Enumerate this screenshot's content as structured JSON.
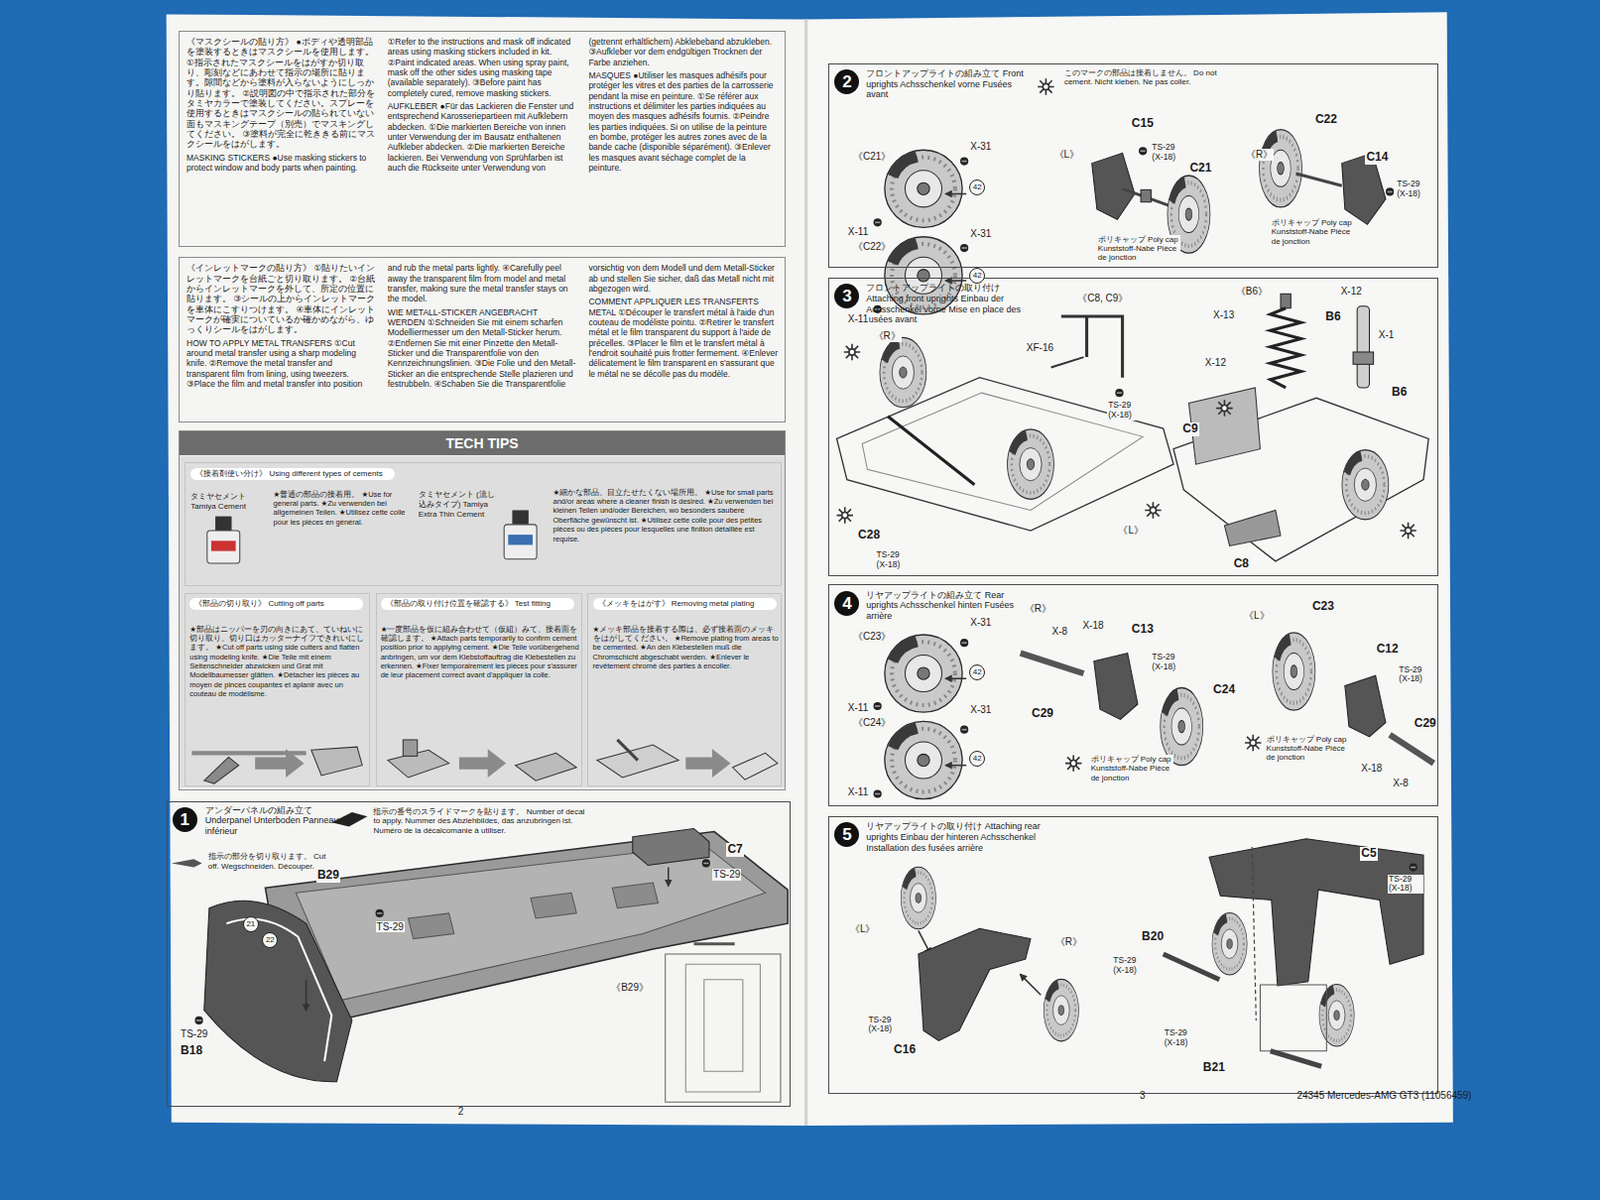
{
  "diagram": {
    "nodes": [
      {
        "text": [
          "《マスクシールの貼り方》 ●ボディや透明部品を塗装するときはマスクシールを使用します。 ①指示されたマスクシールをはがすか切り取り、彫刻などにあわせて指示の場所に貼ります。隙間などから塗料が入らないようにしっかり貼ります。 ②説明図の中で指示された部分をタミヤカラーで塗装してください。スプレーを使用するときはマスクシールの貼られていない面もマスキングテープ（別売）でマスキングしてください。 ③塗料が完全に乾ききる前にマスクシールをはがします。",
          "MASKING STICKERS ●Use masking stickers to protect window and body parts when painting. ①Refer to the instructions and mask off indicated areas using masking stickers included in kit. ②Paint indicated areas. When using spray paint, mask off the other sides using masking tape (available separately). ③Before paint has completely cured, remove masking stickers.",
          "AUFKLEBER ●Für das Lackieren die Fenster und entsprechend Karosseriepartieen mit Aufklebern abdecken. ①Die markierten Bereiche von innen unter Verwendung der im Bausatz enthaltenen Aufkleber abdecken. ②Die markierten Bereiche lackieren. Bei Verwendung von Sprühfarben ist auch die Rückseite unter Verwendung von (getrennt erhältlichem) Abklebeband abzukleben. ③Aufkleber vor dem endgültigen Trocknen der Farbe anziehen.",
          "MASQUES ●Utiliser les masques adhésifs pour protéger les vitres et des parties de la carrosserie pendant la mise en peinture. ①Se référer aux instructions et délimiter les parties indiquées au moyen des masques adhésifs fournis. ②Peindre les parties indiquées. Si on utilise de la peinture en bombe, protéger les autres zones avec de la bande cache (disponible séparément). ③Enlever les masques avant séchage complet de la peinture."
        ]
      },
      {
        "text": [
          "《インレットマークの貼り方》 ①貼りたいインレットマークを台紙ごと切り取ります。 ②台紙からインレットマークを外して、所定の位置に貼ります。 ③シールの上からインレットマークを車体にこすりつけます。 ④車体にインレットマークが確実についているか確かめながら、ゆっくりシールをはがします。",
          "HOW TO APPLY METAL TRANSFERS ①Cut around metal transfer using a sharp modeling knife. ②Remove the metal transfer and transparent film from lining, using tweezers. ③Place the film and metal transfer into position and rub the metal parts lightly. ④Carefully peel away the transparent film from model and metal transfer, making sure the metal transfer stays on the model.",
          "WIE METALL-STICKER ANGEBRACHT WERDEN ①Schneiden Sie mit einem scharfen Modelliermesser um den Metall-Sticker herum. ②Entfernen Sie mit einer Pinzette den Metall-Sticker und die Transparentfolie von den Kennzeichnungslinien. ③Die Folie und den Metall-Sticker an die entsprechende Stelle plazieren und festrubbeln. ④Schaben Sie die Transparentfolie vorsichtig von dem Modell und dem Metall-Sticker ab und stellen Sie sicher, daß das Metall nicht mit abgezogen wird.",
          "COMMENT APPLIQUER LES TRANSFERTS METAL ①Découper le transfert métal à l'aide d'un couteau de modéliste pointu. ②Retirer le transfert métal et le film transparent du support à l'aide de précelles. ③Placer le film et le transfert métal à l'endroit souhaité puis frotter fermement. ④Enlever délicatement le film transparent en s'assurant que le métal ne se décolle pas du modèle."
        ]
      },
      {
        "text": [
          "TECH TIPS"
        ]
      },
      {
        "text": [
          "《接着剤使い分け》 Using different types of cements",
          "タミヤセメント Tamiya Cement",
          "★普通の部品の接着用。 ★Use for general parts. ★Zu verwenden bei allgemeinen Teilen. ★Utilisez cette colle pour les pièces en général.",
          "タミヤセメント (流し込みタイプ) Tamiya Extra Thin Cement",
          "★細かな部品、目立たせたくない場所用。 ★Use for small parts and/or areas where a cleaner finish is desired. ★Zu verwenden bei kleinen Teilen und/oder Bereichen, wo besonders saubere Oberfläche gewünscht ist. ★Utilisez cette colle pour des petites pièces ou des pièces pour lesquelles une finition détaillée est requise."
        ],
        "in": 2
      },
      {
        "text": [
          "《部品の切り取り》 Cutting off parts",
          "★部品はニッパーを刃の向きにあて、ていねいに切り取り、切り口はカッターナイフできれいにします。 ★Cut off parts using side cutters and flatten using modeling knife. ★Die Teile mit einem Seitenschneider abzwicken und Grat mit Modellbaumesser glätten. ★Détacher les pièces au moyen de pinces coupantes et aplanir avec un couteau de modélisme."
        ],
        "in": 2
      },
      {
        "text": [
          "《部品の取り付け位置を確認する》 Test fitting",
          "★一度部品を仮に組み合わせて（仮組）みて、接着面を確認します。 ★Attach parts temporarily to confirm cement position prior to applying cement. ★Die Teile vorübergehend anbringen, um vor dem Klebstoffauftrag die Klebestellen zu erkennen. ★Fixer temporairement les pièces pour s'assurer de leur placement correct avant d'appliquer la colle."
        ],
        "in": 2
      },
      {
        "text": [
          "《メッキをはがす》 Removing metal plating",
          "★メッキ部品を接着する際は、必ず接着面のメッキをはがしてください。 ★Remove plating from areas to be cemented. ★An den Klebestellen muß die Chromschicht abgeschabt werden. ★Enlever le revêtement chromé des parties à encoller."
        ],
        "in": 2
      },
      {
        "text": [
          "1",
          "アンダーパネルの組み立て Underpanel Unterboden Panneau inférieur",
          "指示の番号のスライドマークを貼ります。 Number of decal to apply. Nummer des Abziehbildes, das anzubringen ist. Numéro de la décalcomanie à utiliser.",
          "指示の部分を切り取ります。 Cut off. Wegschneiden. Découper."
        ]
      },
      {
        "text": [
          "2",
          "フロントアップライトの組み立て Front uprights Achsschenkel vorne Fusées avant",
          "このマークの部品は接着しません。 Do not cement. Nicht kleben. Ne pas coller."
        ]
      },
      {
        "text": [
          "3",
          "フロントアップライトの取り付け Attaching front uprights Einbau der Achsschenkel vorne Mise en place des fusées avant"
        ]
      },
      {
        "text": [
          "4",
          "リヤアップライトの組み立て Rear uprights Achsschenkel hinten Fusées arrière"
        ]
      },
      {
        "text": [
          "5",
          "リヤアップライトの取り付け Attaching rear uprights Einbau der hinteren Achsschenkel Installation des fusées arrière"
        ]
      }
    ],
    "labels": [
      "C7",
      "TS-29",
      "B29",
      "TS-29",
      "21",
      "22",
      "TS-29",
      "B18",
      "《B29》",
      "《C21》",
      "X-31",
      "42",
      "X-11",
      "《C22》",
      "X-31",
      "42",
      "X-11",
      "《L》",
      "C15",
      "TS-29 (X-18)",
      "C21",
      "ポリキャップ Poly cap Kunststoff-Nabe Pièce de jonction",
      "《R》",
      "C22",
      "C14",
      "TS-29 (X-18)",
      "ポリキャップ Poly cap Kunststoff-Nabe Pièce de jonction",
      "《R》",
      "《C8, C9》",
      "XF-16",
      "TS-29 (X-18)",
      "C28",
      "TS-29 (X-18)",
      "《L》",
      "《B6》",
      "X-12",
      "X-13",
      "X-1",
      "X-12",
      "B6",
      "B6",
      "C9",
      "C8",
      "《C23》",
      "X-31",
      "42",
      "X-11",
      "《C24》",
      "X-31",
      "42",
      "X-11",
      "《R》",
      "X-8",
      "X-18",
      "C13",
      "TS-29 (X-18)",
      "C29",
      "C24",
      "ポリキャップ Poly cap Kunststoff-Nabe Pièce de jonction",
      "《L》",
      "C23",
      "C12",
      "TS-29 (X-18)",
      "C29",
      "ポリキャップ Poly cap Kunststoff-Nabe Pièce de jonction",
      "X-18",
      "X-8",
      "《L》",
      "《R》",
      "TS-29 (X-18)",
      "C16",
      "B20",
      "TS-29 (X-18)",
      "C5",
      "TS-29 (X-18)",
      "TS-29 (X-18)",
      "B21",
      "2",
      "3",
      "24345 Mercedes-AMG GT3 (11056459)"
    ]
  }
}
